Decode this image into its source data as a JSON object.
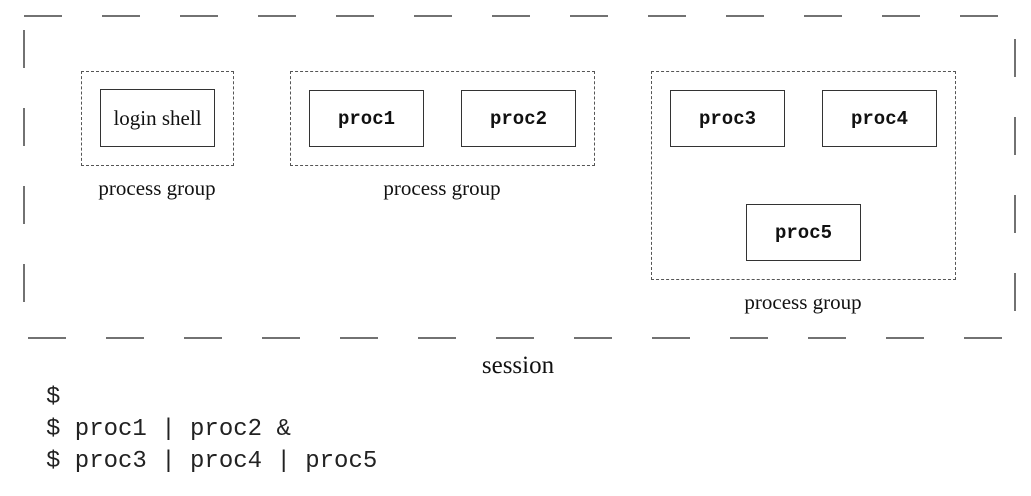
{
  "session": {
    "label": "session"
  },
  "groups": [
    {
      "label": "process group",
      "processes": [
        "login shell"
      ]
    },
    {
      "label": "process group",
      "processes": [
        "proc1",
        "proc2"
      ]
    },
    {
      "label": "process group",
      "processes": [
        "proc3",
        "proc4",
        "proc5"
      ]
    }
  ],
  "shell": {
    "lines": [
      "$",
      "$ proc1 | proc2 &",
      "$ proc3 | proc4 | proc5"
    ]
  }
}
